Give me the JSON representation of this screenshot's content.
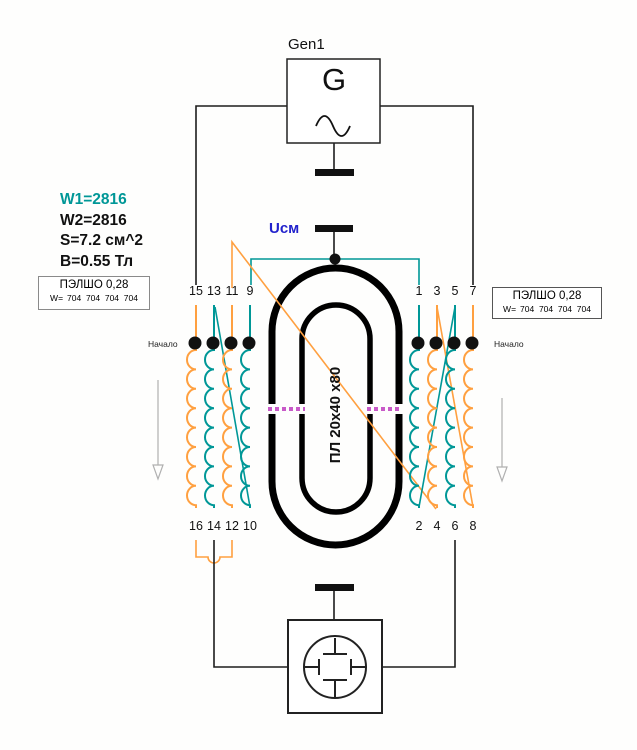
{
  "generator": {
    "name": "Gen1",
    "symbol": "G"
  },
  "bias": {
    "label": "Uсм"
  },
  "core": {
    "label": "ПЛ 20х40 х80"
  },
  "parameters": {
    "w1": "W1=2816",
    "w2": "W2=2816",
    "area": "S=7.2 см^2",
    "flux": "B=0.55 Тл"
  },
  "wire_spec_left": {
    "type": "ПЭЛШО 0,28",
    "w_label": "W=",
    "w_values": "704  704  704  704"
  },
  "wire_spec_right": {
    "type": "ПЭЛШО 0,28",
    "w_label": "W=",
    "w_values": "704  704  704  704"
  },
  "winding_start_left": "Начало",
  "winding_start_right": "Начало",
  "terminals": {
    "left_top": [
      "15",
      "13",
      "11",
      "9"
    ],
    "left_bottom": [
      "16",
      "14",
      "12",
      "10"
    ],
    "right_top": [
      "1",
      "3",
      "5",
      "7"
    ],
    "right_bottom": [
      "2",
      "4",
      "6",
      "8"
    ]
  },
  "colors": {
    "teal": "#009797",
    "orange": "#FFA040",
    "blue": "#2222CC",
    "magenta": "#C85AC8",
    "arrow_gray": "#B0B0B0"
  }
}
